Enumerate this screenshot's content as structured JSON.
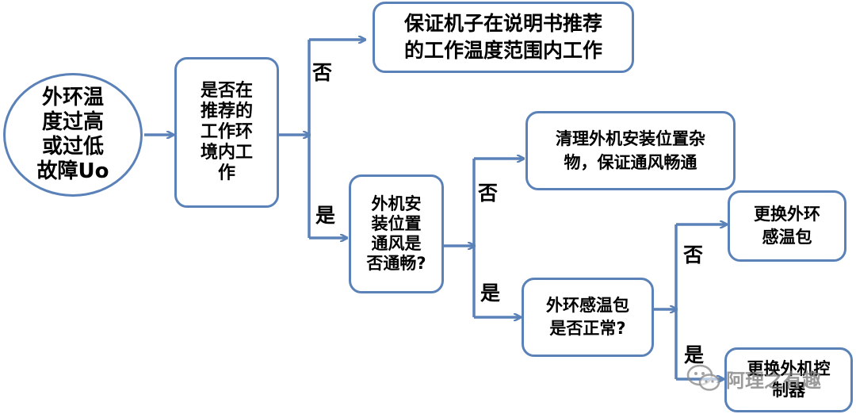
{
  "nodes": {
    "start": "外环温\n度过高\n或过低\n故障Uo",
    "q1": "是否在\n推荐的\n工作环\n境内工\n作",
    "a1": "保证机子在说明书推荐\n的工作温度范围内工作",
    "q2": "外机安\n装位置\n通风是\n否通畅?",
    "a2": "清理外机安装位置杂\n物，保证通风畅通",
    "q3": "外环感温包\n是否正常?",
    "a3": "更换外环\n感温包",
    "a4": "更换外机控\n制器"
  },
  "labels": {
    "no1": "否",
    "yes1": "是",
    "no2": "否",
    "yes2": "是",
    "no3": "否",
    "yes3": "是"
  },
  "watermark": {
    "text": "阿理之有趣",
    "icon": "wechat-icon"
  },
  "colors": {
    "border": "#5b82b8",
    "arrow": "#5b82b8",
    "text": "#000000"
  }
}
